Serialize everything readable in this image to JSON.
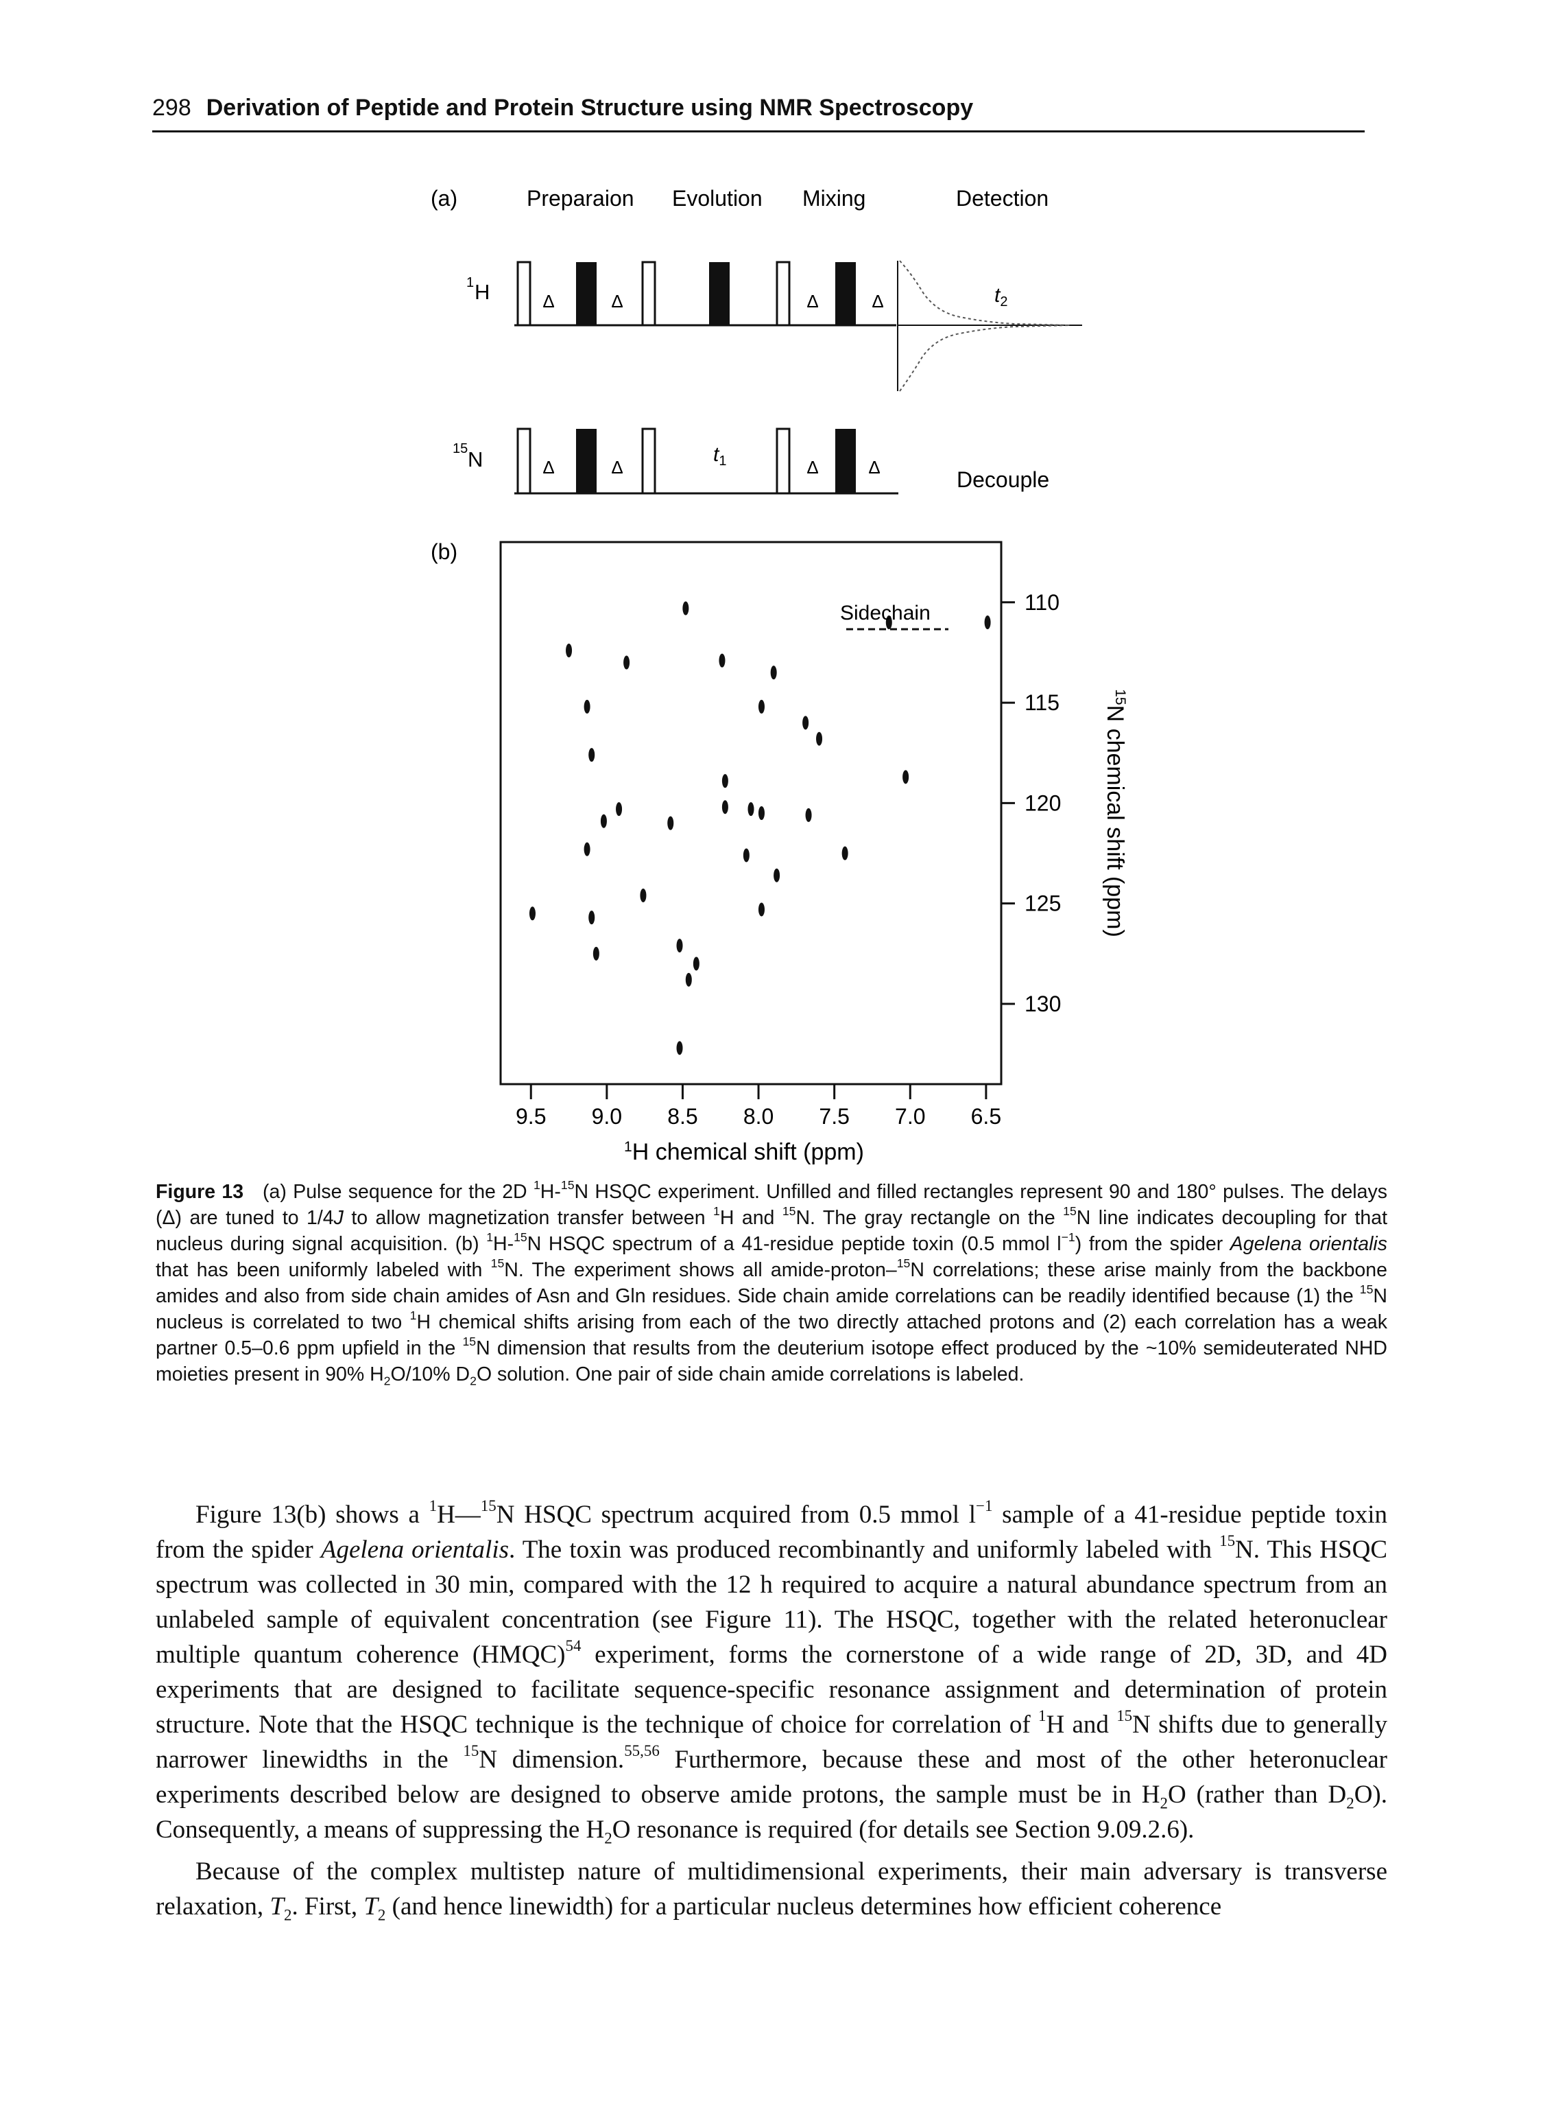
{
  "header": {
    "page_number": "298",
    "running_title": "Derivation of Peptide and Protein Structure using NMR Spectroscopy"
  },
  "figure": {
    "panel_a": {
      "label": "(a)",
      "stages": [
        "Preparaion",
        "Evolution",
        "Mixing",
        "Detection"
      ],
      "channel_h": "H",
      "channel_h_mass": "1",
      "channel_n": "N",
      "channel_n_mass": "15",
      "delta": "Δ",
      "t1": "t",
      "t1_sub": "1",
      "t2": "t",
      "t2_sub": "2",
      "decouple": "Decouple"
    },
    "panel_b": {
      "label": "(b)",
      "sidechain_label": "Sidechain"
    }
  },
  "chart_data": {
    "type": "scatter",
    "title": "",
    "xlabel": "1H chemical shift (ppm)",
    "ylabel": "15N chemical shift (ppm)",
    "xlim": [
      9.7,
      6.4
    ],
    "ylim": [
      107.0,
      134.0
    ],
    "x_axis_reversed": true,
    "y_axis_reversed": true,
    "x_ticks": [
      "9.5",
      "9.0",
      "8.5",
      "8.0",
      "7.5",
      "7.0",
      "6.5"
    ],
    "y_ticks": [
      "110",
      "115",
      "120",
      "125",
      "130"
    ],
    "series": [
      {
        "points": [
          [
            8.48,
            110.3
          ],
          [
            9.25,
            112.4
          ],
          [
            8.87,
            113.0
          ],
          [
            8.24,
            112.9
          ],
          [
            7.9,
            113.5
          ],
          [
            9.13,
            115.2
          ],
          [
            7.98,
            115.2
          ],
          [
            7.69,
            116.0
          ],
          [
            7.6,
            116.8
          ],
          [
            9.1,
            117.6
          ],
          [
            8.22,
            118.9
          ],
          [
            7.03,
            118.7
          ],
          [
            8.92,
            120.3
          ],
          [
            8.22,
            120.2
          ],
          [
            8.05,
            120.3
          ],
          [
            7.98,
            120.5
          ],
          [
            7.67,
            120.6
          ],
          [
            9.02,
            120.9
          ],
          [
            8.58,
            121.0
          ],
          [
            9.13,
            122.3
          ],
          [
            8.08,
            122.6
          ],
          [
            7.43,
            122.5
          ],
          [
            7.88,
            123.6
          ],
          [
            8.76,
            124.6
          ],
          [
            9.49,
            125.5
          ],
          [
            9.1,
            125.7
          ],
          [
            7.98,
            125.3
          ],
          [
            8.52,
            127.1
          ],
          [
            9.07,
            127.5
          ],
          [
            8.41,
            128.0
          ],
          [
            8.46,
            128.8
          ],
          [
            8.52,
            132.2
          ],
          [
            7.14,
            111.0
          ],
          [
            6.49,
            111.0
          ]
        ]
      }
    ],
    "annotations": [
      {
        "text": "Sidechain",
        "pair": [
          [
            7.14,
            111.0
          ],
          [
            6.49,
            111.0
          ]
        ]
      }
    ],
    "grid": false
  },
  "caption": {
    "label": "Figure 13",
    "text_html": "(a) Pulse sequence for the 2D <sup>1</sup>H-<sup>15</sup>N HSQC experiment. Unfilled and filled rectangles represent 90 and 180° pulses. The delays (Δ) are tuned to 1/4<i>J</i> to allow magnetization transfer between <sup>1</sup>H and <sup>15</sup>N. The gray rectangle on the <sup>15</sup>N line indicates decoupling for that nucleus during signal acquisition. (b) <sup>1</sup>H-<sup>15</sup>N HSQC spectrum of a 41-residue peptide toxin (0.5 mmol l<sup>−1</sup>) from the spider <i>Agelena orientalis</i> that has been uniformly labeled with <sup>15</sup>N. The experiment shows all amide-proton–<sup>15</sup>N correlations; these arise mainly from the backbone amides and also from side chain amides of Asn and Gln residues. Side chain amide correlations can be readily identified because (1) the <sup>15</sup>N nucleus is correlated to two <sup>1</sup>H chemical shifts arising from each of the two directly attached protons and (2) each correlation has a weak partner 0.5–0.6 ppm upfield in the <sup>15</sup>N dimension that results from the deuterium isotope effect produced by the ~10% semideuterated NHD moieties present in 90% H<sub>2</sub>O/10% D<sub>2</sub>O solution. One pair of side chain amide correlations is labeled."
  },
  "body": {
    "p1_html": "Figure 13(b) shows a <sup>1</sup>H—<sup>15</sup>N HSQC spectrum acquired from 0.5 mmol l<sup>−1</sup> sample of a 41-residue peptide toxin from the spider <i>Agelena orientalis</i>. The toxin was produced recombinantly and uniformly labeled with <sup>15</sup>N. This HSQC spectrum was collected in 30 min, compared with the 12 h required to acquire a natural abundance spectrum from an unlabeled sample of equivalent concentration (see Figure 11). The HSQC, together with the related heteronuclear multiple quantum coherence (HMQC)<sup>54</sup> experiment, forms the cornerstone of a wide range of 2D, 3D, and 4D experiments that are designed to facilitate sequence-specific resonance assignment and determination of protein structure. Note that the HSQC technique is the technique of choice for correlation of <sup>1</sup>H and <sup>15</sup>N shifts due to generally narrower linewidths in the <sup>15</sup>N dimension.<sup>55,56</sup> Furthermore, because these and most of the other heteronuclear experiments described below are designed to observe amide protons, the sample must be in H<sub>2</sub>O (rather than D<sub>2</sub>O). Consequently, a means of suppressing the H<sub>2</sub>O resonance is required (for details see Section 9.09.2.6).",
    "p2_html": "Because of the complex multistep nature of multidimensional experiments, their main adversary is transverse relaxation, <i>T</i><sub>2</sub>. First, <i>T</i><sub>2</sub> (and hence linewidth) for a particular nucleus determines how efficient coherence"
  }
}
